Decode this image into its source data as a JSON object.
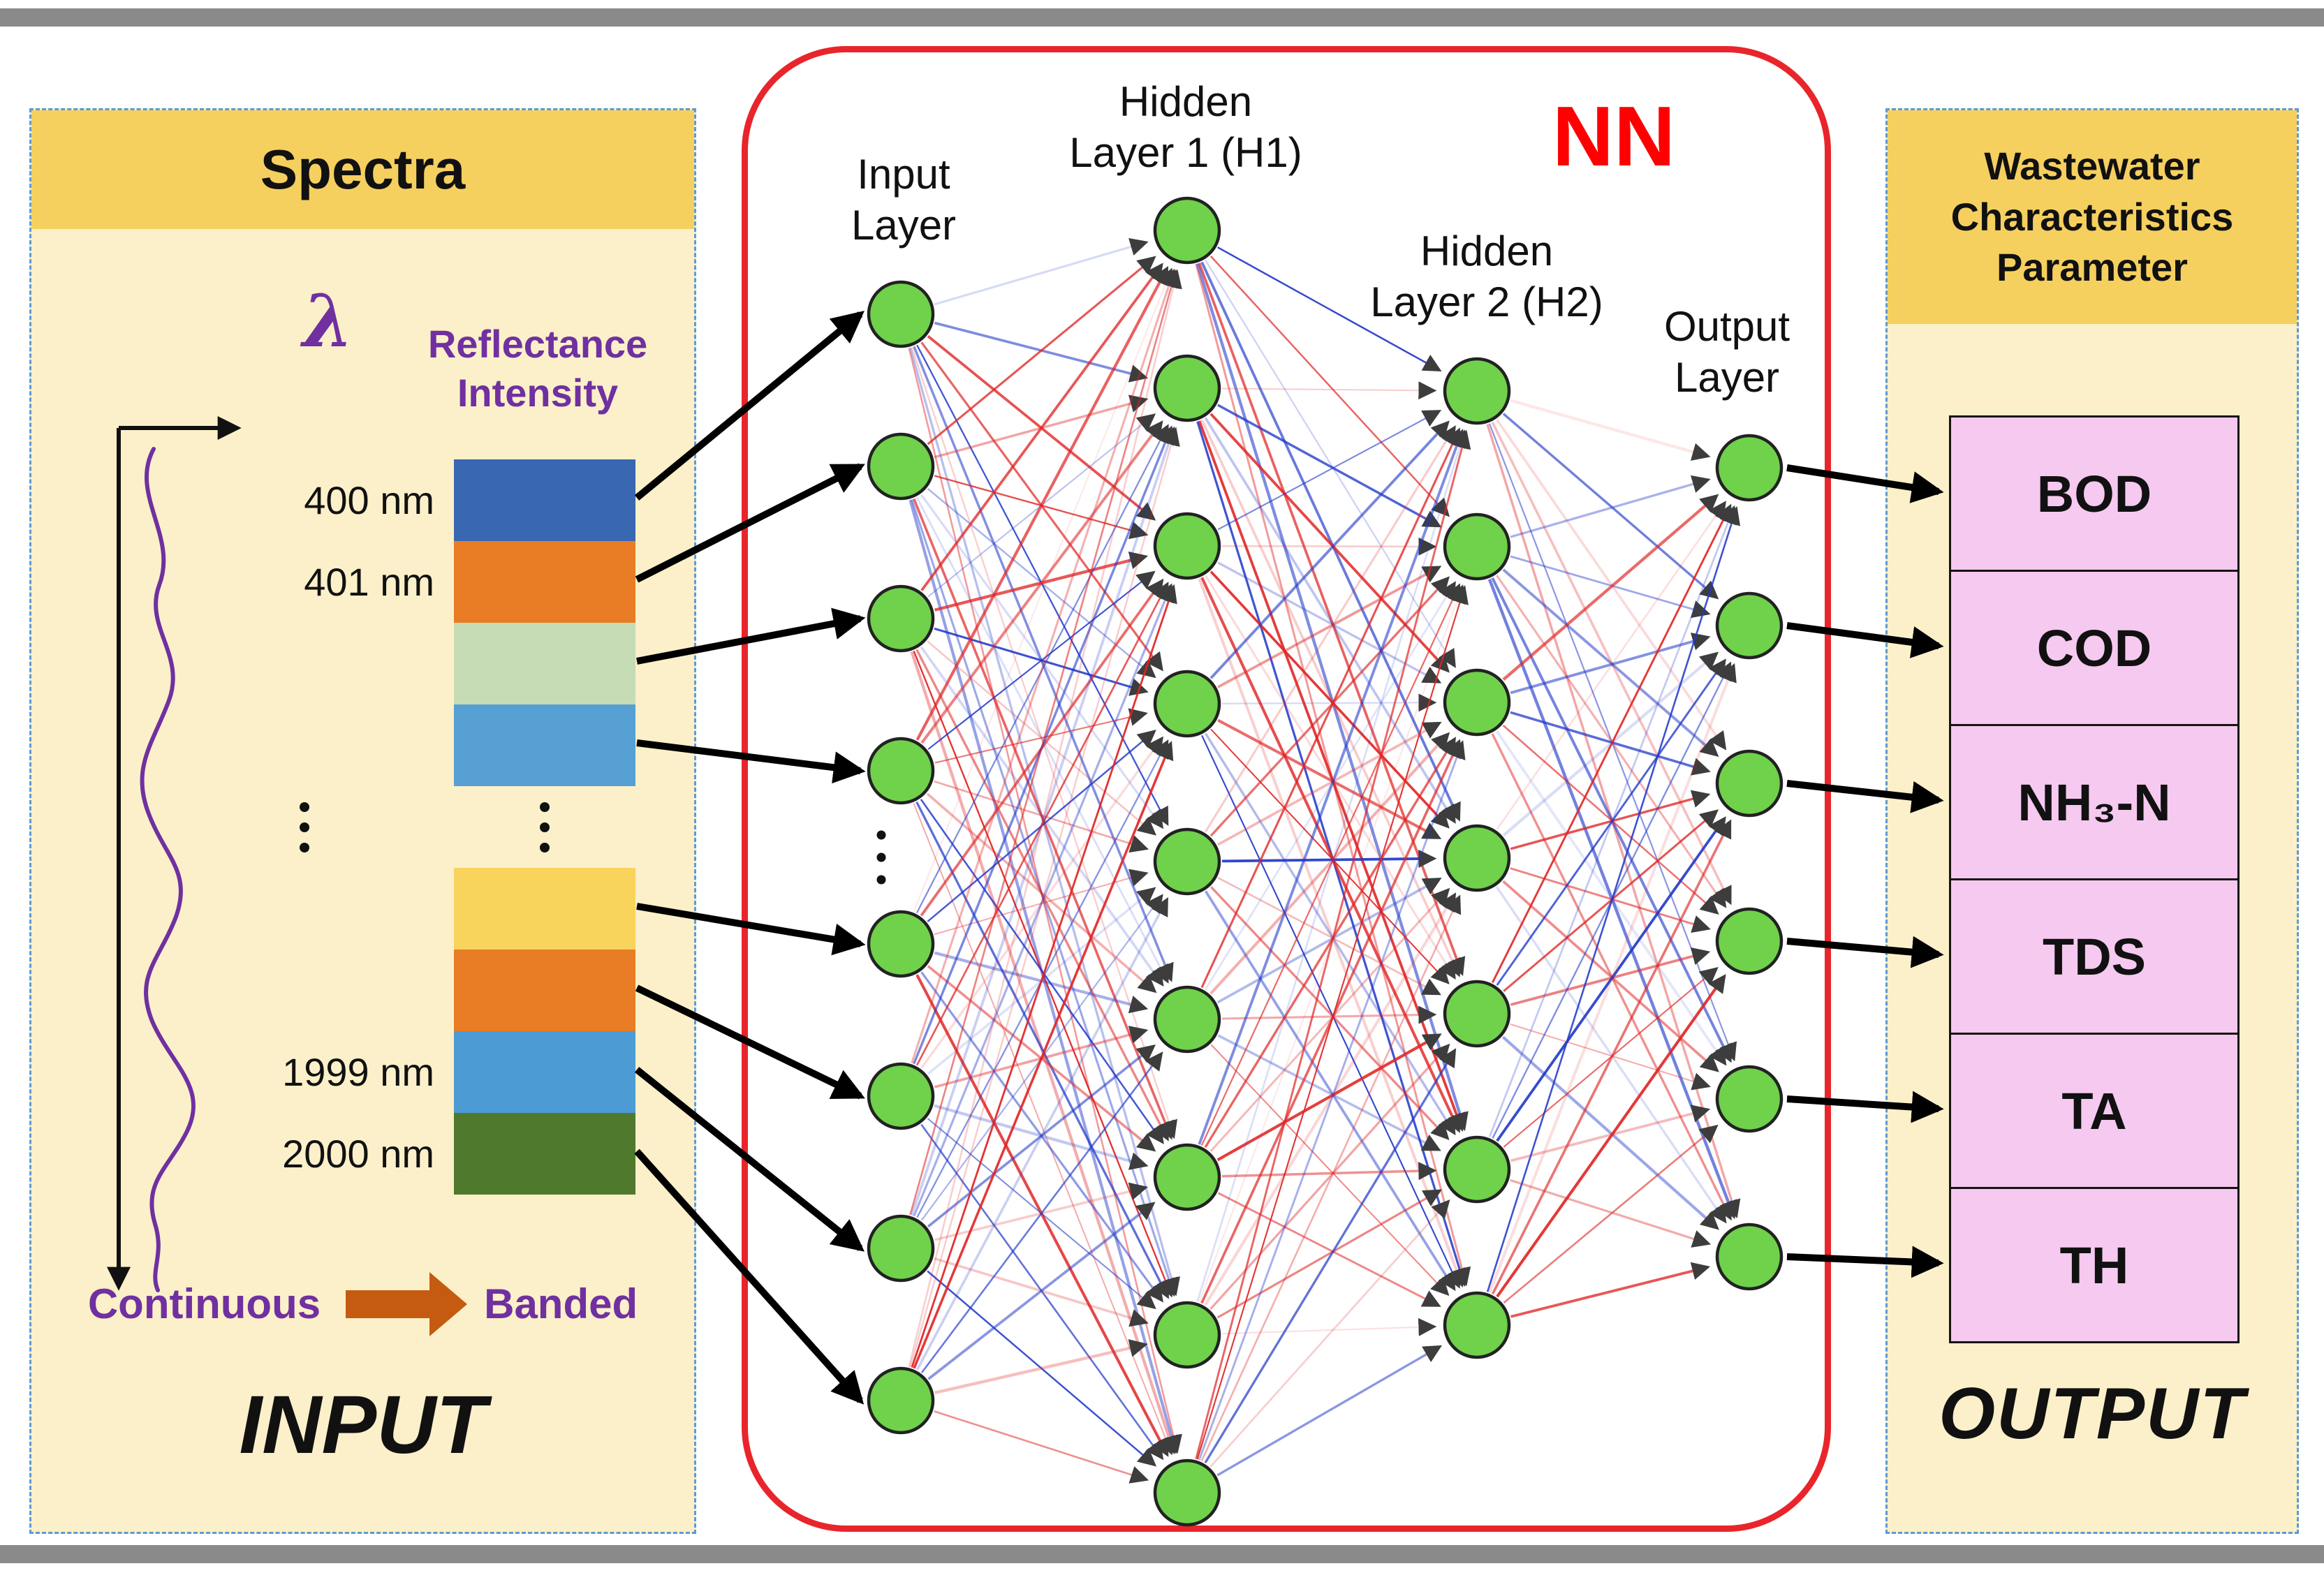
{
  "colors": {
    "page_background": "#ffffff",
    "frame_bar": "#8a8a8a",
    "panel_background": "#FBF0C9",
    "panel_border": "#5B9BD5",
    "header_background": "#F5D05F",
    "purple_text": "#7030A0",
    "nn_border": "#E8252B",
    "nn_title_red": "#FF0000",
    "node_fill": "#6FD24A",
    "node_stroke": "#222222",
    "link_red": "#E02424",
    "link_blue": "#2038C8",
    "arrowhead_gray": "#3d3d3d",
    "black_arrow": "#000000",
    "output_box_background": "#F6C9F0",
    "continuous_arrow_orange": "#C55A11"
  },
  "input_panel": {
    "header": "Spectra",
    "lambda_symbol": "λ",
    "reflectance_line1": "Reflectance",
    "reflectance_line2": "Intensity",
    "bands": [
      {
        "label": "400 nm",
        "color": "#3A67B1"
      },
      {
        "label": "401 nm",
        "color": "#E87D25"
      },
      {
        "label": "",
        "color": "#C6DCB5"
      },
      {
        "label": "",
        "color": "#56A0D3"
      },
      {
        "label": "",
        "color": "",
        "ellipsis": true
      },
      {
        "label": "",
        "color": "#F9D45C"
      },
      {
        "label": "",
        "color": "#E87D25"
      },
      {
        "label": "1999 nm",
        "color": "#4D9BD5"
      },
      {
        "label": "2000 nm",
        "color": "#4F7A2E"
      }
    ],
    "continuous_label": "Continuous",
    "banded_label": "Banded",
    "footer": "INPUT"
  },
  "nn": {
    "title": "NN",
    "layer_labels": [
      [
        "Input",
        "Layer"
      ],
      [
        "Hidden",
        "Layer 1 (H1)"
      ],
      [
        "Hidden",
        "Layer 2 (H2)"
      ],
      [
        "Output",
        "Layer"
      ]
    ],
    "layer_node_counts": [
      8,
      9,
      7,
      6
    ]
  },
  "output_panel": {
    "header_lines": [
      "Wastewater",
      "Characteristics",
      "Parameter"
    ],
    "parameters": [
      "BOD",
      "COD",
      "NH₃-N",
      "TDS",
      "TA",
      "TH"
    ],
    "footer": "OUTPUT"
  }
}
